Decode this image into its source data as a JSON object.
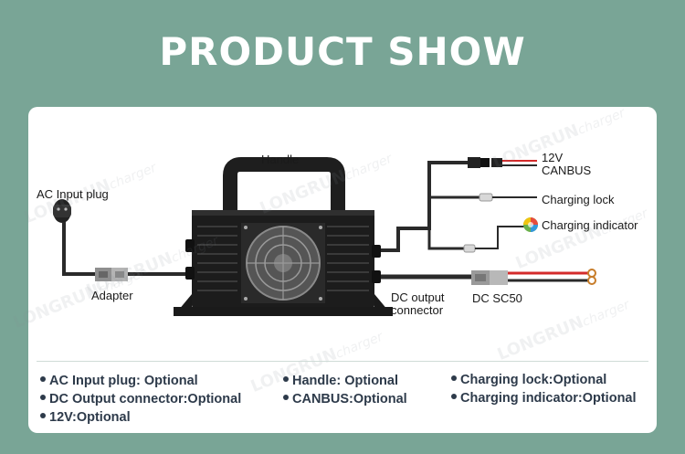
{
  "page_title": "PRODUCT SHOW",
  "watermark": {
    "brand": "LONGRUN",
    "suffix": "charger"
  },
  "labels": {
    "handle": "Handle",
    "ac_input_plug": "AC Input  plug",
    "adapter": "Adapter",
    "v12_line1": "12V",
    "v12_line2": "CANBUS",
    "charging_lock": "Charging lock",
    "charging_indicator": "Charging indicator",
    "dc_output_line1": "DC output",
    "dc_output_line2": "connector",
    "dc_sc50": "DC  SC50"
  },
  "options": [
    "AC Input plug: Optional",
    "Handle: Optional",
    "Charging lock:Optional",
    "DC Output connector:Optional",
    "CANBUS:Optional",
    "Charging indicator:Optional",
    "12V:Optional"
  ],
  "colors": {
    "background": "#79a596",
    "card": "#ffffff",
    "cable": "#2a2a2a",
    "charger_body": "#1c1c1c",
    "connector_gray": "#9a9a9a",
    "wire_red": "#d42b2b",
    "option_text": "#2d3a4a"
  }
}
